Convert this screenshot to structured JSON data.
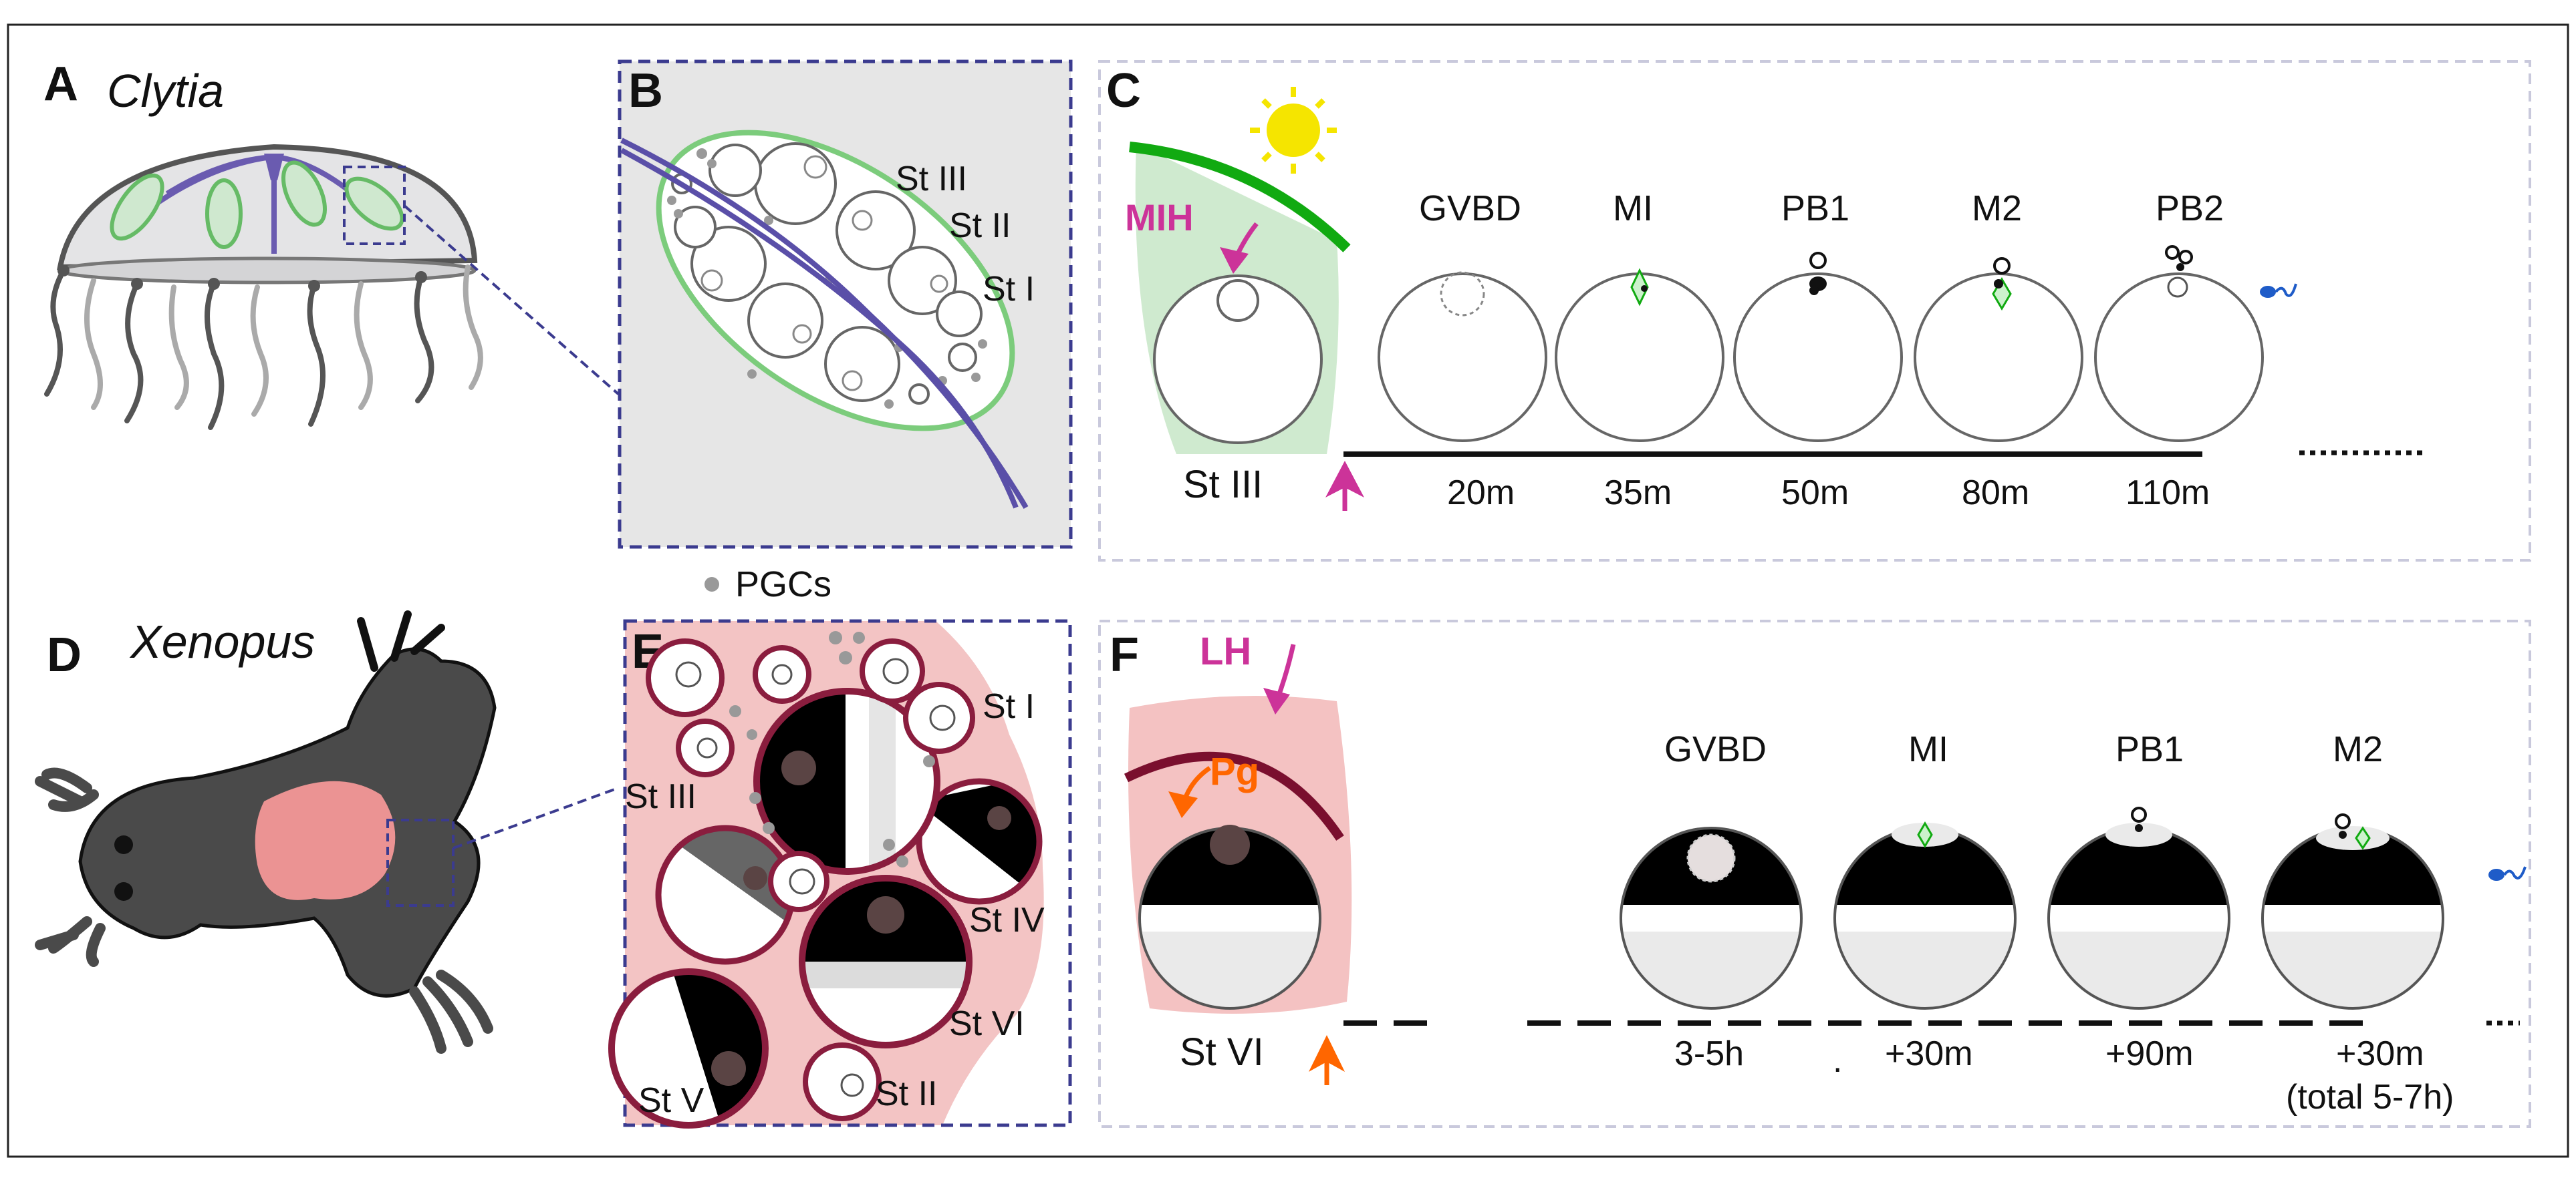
{
  "panelA": {
    "letter": "A",
    "organism": "Clytia"
  },
  "panelB": {
    "letter": "B",
    "stages": [
      "St III",
      "St II",
      "St I"
    ]
  },
  "pgcLegend": {
    "label": "PGCs"
  },
  "panelC": {
    "letter": "C",
    "hormone": "MIH",
    "startStage": "St III",
    "events": [
      "GVBD",
      "MI",
      "PB1",
      "M2",
      "PB2"
    ],
    "times": [
      "20m",
      "35m",
      "50m",
      "80m",
      "110m"
    ]
  },
  "panelD": {
    "letter": "D",
    "organism": "Xenopus"
  },
  "panelE": {
    "letter": "E",
    "stages": [
      "St I",
      "St III",
      "St IV",
      "St VI",
      "St V",
      "St II"
    ]
  },
  "panelF": {
    "letter": "F",
    "hormone1": "LH",
    "hormone2": "Pg",
    "startStage": "St VI",
    "events": [
      "GVBD",
      "MI",
      "PB1",
      "M2"
    ],
    "times": [
      "3-5h",
      "+30m",
      "+90m",
      "+30m"
    ],
    "dot": ".",
    "total": "(total 5-7h)"
  }
}
